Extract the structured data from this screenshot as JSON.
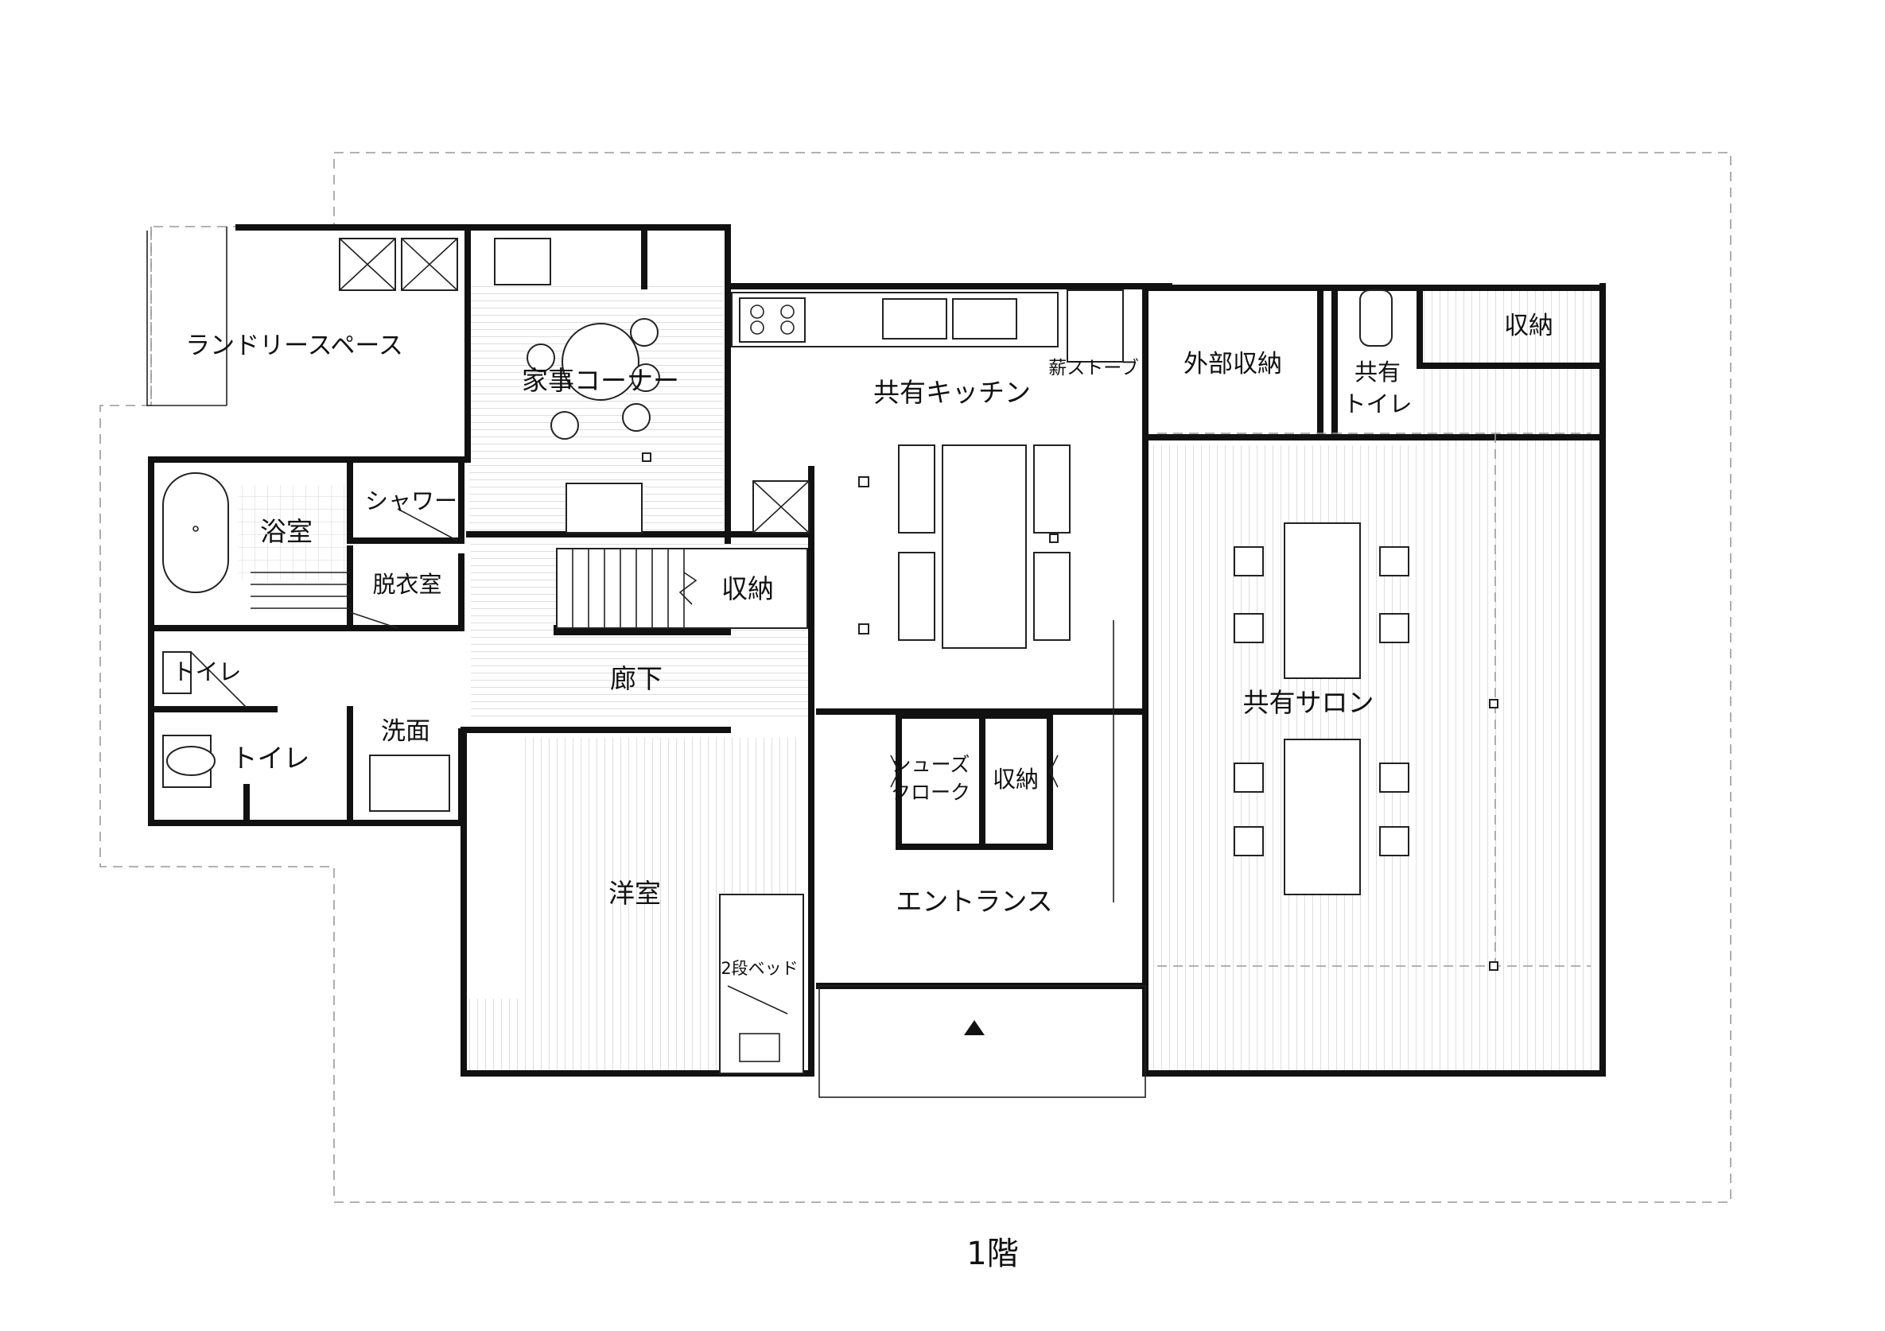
{
  "floor_title": "1階",
  "rooms": {
    "laundry": "ランドリースペース",
    "housework": "家事コーナー",
    "kitchen": "共有キッチン",
    "stove": "薪ストーブ",
    "outdoor_storage": "外部収納",
    "shared_toilet_1": "共有",
    "shared_toilet_2": "トイレ",
    "storage_ne": "収納",
    "bath": "浴室",
    "shower": "シャワー",
    "dressing": "脱衣室",
    "storage_mid": "収納",
    "toilet_small": "トイレ",
    "toilet": "トイレ",
    "washroom": "洗面",
    "corridor": "廊下",
    "shoe_1": "シューズ",
    "shoe_2": "クローク",
    "storage_entry": "収納",
    "salon": "共有サロン",
    "western_room": "洋室",
    "entrance": "エントランス",
    "bunk_bed": "2段ベッド"
  },
  "icons": {
    "entry_marker": "entrance-triangle-icon"
  }
}
